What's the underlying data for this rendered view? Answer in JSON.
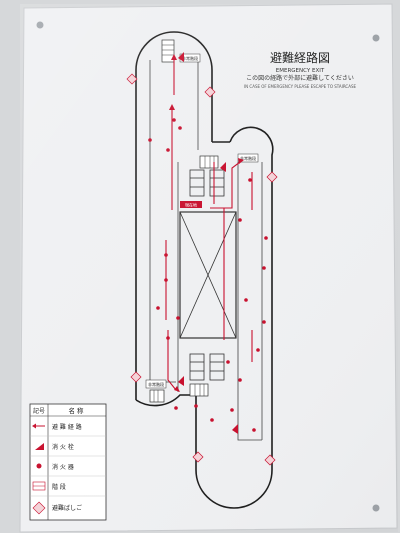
{
  "sign": {
    "title": "避難経路図",
    "subtitle_en": "EMERGENCY EXIT",
    "instruction_jp": "この図の経路で外部に避難してください",
    "instruction_en": "IN CASE OF EMERGENCY PLEASE ESCAPE TO STAIRCASE"
  },
  "legend": {
    "header_symbol": "記号",
    "header_name": "名 称",
    "items": [
      {
        "icon": "evacuation-route-arrow-icon",
        "label": "避 難 経 路"
      },
      {
        "icon": "fire-hydrant-icon",
        "label": "消 火 栓"
      },
      {
        "icon": "fire-extinguisher-icon",
        "label": "消 火 器"
      },
      {
        "icon": "stairs-icon",
        "label": "階 段"
      },
      {
        "icon": "escape-ladder-icon",
        "label": "避難ばしご"
      }
    ]
  },
  "map": {
    "you_are_here_label": "現在地",
    "tag_top_stair": "非常階段",
    "tag_right_stair": "非常階段",
    "tag_bottom_stair": "非常階段"
  },
  "colors": {
    "route": "#c8102e",
    "plan_line": "#1e1e1e",
    "panel": "#f2f3f4",
    "wall": "#d8d9db"
  }
}
